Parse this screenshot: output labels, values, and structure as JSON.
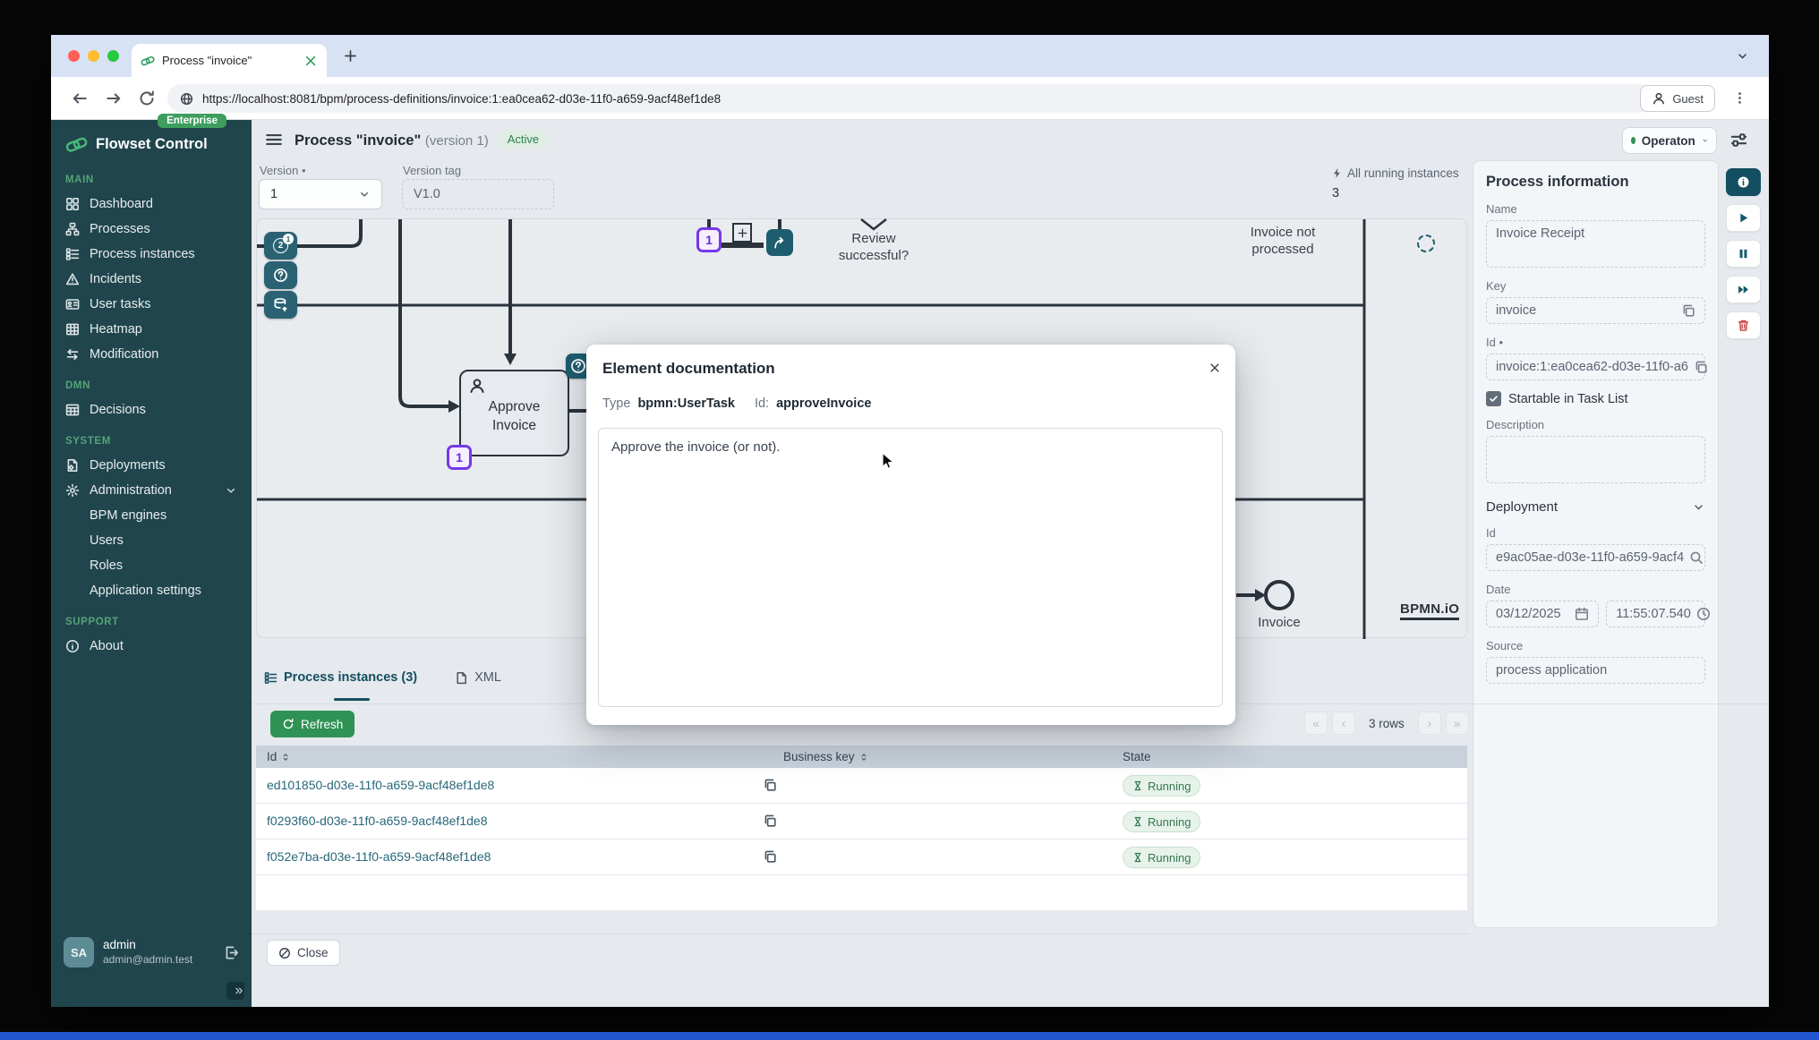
{
  "theme": {
    "accent_teal": "#15596b",
    "sidebar_bg": "#20454d",
    "brand_green": "#49b877",
    "button_green": "#2e9254",
    "status_green": "#35784e",
    "badge_purple": "#7638e8",
    "danger_red": "#c94a4a"
  },
  "browser": {
    "tab_title": "Process \"invoice\"",
    "url": "https://localhost:8081/bpm/process-definitions/invoice:1:ea0cea62-d03e-11f0-a659-9acf48ef1de8",
    "guest_label": "Guest"
  },
  "sidebar": {
    "brand": "Flowset Control",
    "edition_badge": "Enterprise",
    "sections": [
      {
        "label": "MAIN",
        "items": [
          {
            "label": "Dashboard",
            "icon": "grid"
          },
          {
            "label": "Processes",
            "icon": "sitemap"
          },
          {
            "label": "Process instances",
            "icon": "listgrid"
          },
          {
            "label": "Incidents",
            "icon": "warn"
          },
          {
            "label": "User tasks",
            "icon": "idcard"
          },
          {
            "label": "Heatmap",
            "icon": "heat"
          },
          {
            "label": "Modification",
            "icon": "swap"
          }
        ]
      },
      {
        "label": "DMN",
        "items": [
          {
            "label": "Decisions",
            "icon": "tablegrid"
          }
        ]
      },
      {
        "label": "SYSTEM",
        "items": [
          {
            "label": "Deployments",
            "icon": "deploy"
          },
          {
            "label": "Administration",
            "icon": "gear",
            "expanded": true,
            "children": [
              "BPM engines",
              "Users",
              "Roles",
              "Application settings"
            ]
          }
        ]
      },
      {
        "label": "SUPPORT",
        "items": [
          {
            "label": "About",
            "icon": "info"
          }
        ]
      }
    ],
    "user": {
      "initials": "SA",
      "name": "admin",
      "email": "admin@admin.test"
    }
  },
  "header": {
    "title": "Process \"invoice\"",
    "version_suffix": "(version 1)",
    "status_badge": "Active",
    "engine_name": "Operaton"
  },
  "controls": {
    "version_label": "Version •",
    "version_value": "1",
    "version_tag_label": "Version tag",
    "version_tag_value": "V1.0",
    "all_running_label": "All running instances",
    "all_running_count": "3"
  },
  "diagram": {
    "task_line1": "Approve",
    "task_line2": "Invoice",
    "gateway_line1": "Review",
    "gateway_line2": "successful?",
    "end1_line1": "Invoice not",
    "end1_line2": "processed",
    "end2_label": "Invoice",
    "watermark": "BPMN.iO",
    "task_instance_badge": "1",
    "subprocess_instance_badge": "1",
    "overlay_count_main": "2",
    "overlay_count_badge": "1"
  },
  "modal": {
    "title": "Element documentation",
    "type_label": "Type",
    "type_value": "bpmn:UserTask",
    "id_label": "Id:",
    "id_value": "approveInvoice",
    "body": "Approve the invoice (or not)."
  },
  "process_info": {
    "title": "Process information",
    "name_label": "Name",
    "name_value": "Invoice Receipt",
    "key_label": "Key",
    "key_value": "invoice",
    "id_label": "Id •",
    "id_value": "invoice:1:ea0cea62-d03e-11f0-a6",
    "startable_label": "Startable in Task List",
    "description_label": "Description",
    "description_value": "",
    "deployment_label": "Deployment",
    "dep_id_label": "Id",
    "dep_id_value": "e9ac05ae-d03e-11f0-a659-9acf4",
    "date_label": "Date",
    "date_value": "03/12/2025",
    "time_value": "11:55:07.540",
    "source_label": "Source",
    "source_value": "process application"
  },
  "instances": {
    "tab_instances": "Process instances (3)",
    "tab_xml": "XML",
    "refresh_label": "Refresh",
    "pagination": {
      "first": "«",
      "prev": "‹",
      "rows_label": "3 rows",
      "next": "›",
      "last": "»"
    },
    "columns": [
      "Id",
      "Business key",
      "State"
    ],
    "rows": [
      {
        "id": "ed101850-d03e-11f0-a659-9acf48ef1de8",
        "state": "Running"
      },
      {
        "id": "f0293f60-d03e-11f0-a659-9acf48ef1de8",
        "state": "Running"
      },
      {
        "id": "f052e7ba-d03e-11f0-a659-9acf48ef1de8",
        "state": "Running"
      }
    ]
  },
  "footer": {
    "close_label": "Close"
  }
}
